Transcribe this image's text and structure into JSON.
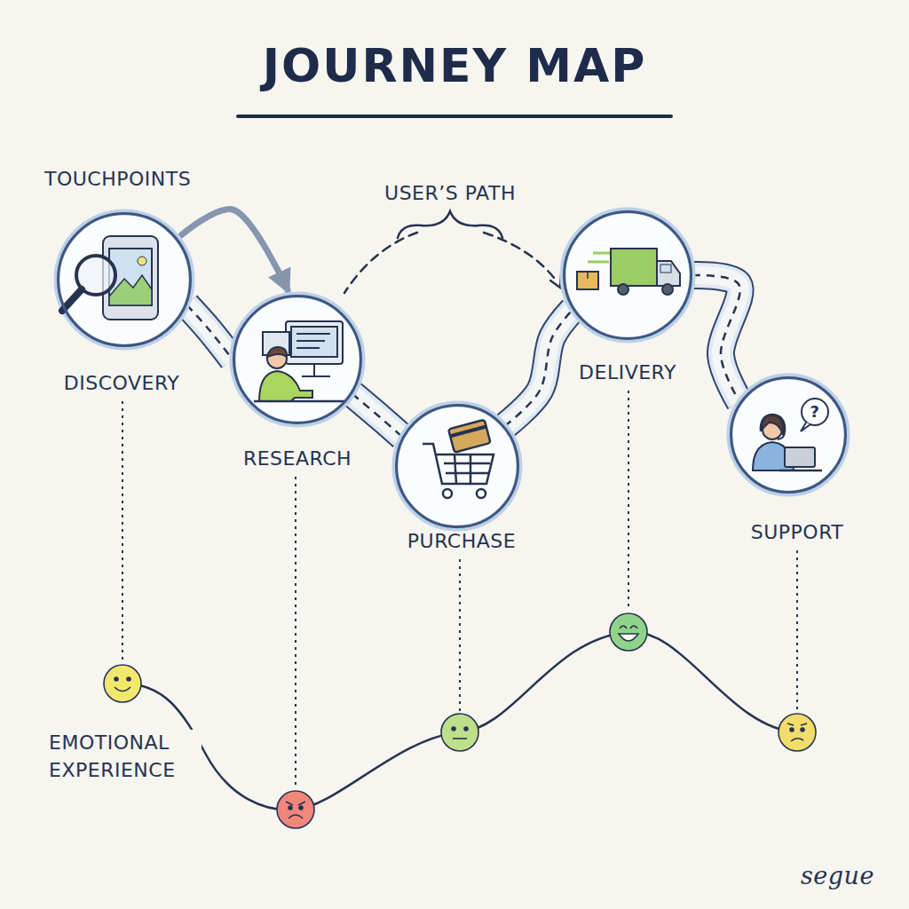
{
  "diagram": {
    "title": "JOURNEY MAP",
    "nodes": [
      {
        "text": [
          "DISCOVERY"
        ]
      },
      {
        "text": [
          "RESEARCH"
        ]
      },
      {
        "text": [
          "PURCHASE"
        ]
      },
      {
        "text": [
          "DELIVERY"
        ]
      },
      {
        "text": [
          "SUPPORT"
        ]
      }
    ],
    "edges": [
      {
        "from": 0,
        "to": 1,
        "arrow": "to"
      },
      {
        "from": 0,
        "to": 1,
        "arrow": "none"
      },
      {
        "from": 1,
        "to": 2,
        "arrow": "none"
      },
      {
        "from": 2,
        "to": 3,
        "arrow": "none"
      },
      {
        "from": 3,
        "to": 4,
        "arrow": "none"
      }
    ],
    "labels": [
      "TOUCHPOINTS",
      "USER’S PATH",
      "?",
      "EMOTIONAL EXPERIENCE",
      "segue"
    ]
  }
}
